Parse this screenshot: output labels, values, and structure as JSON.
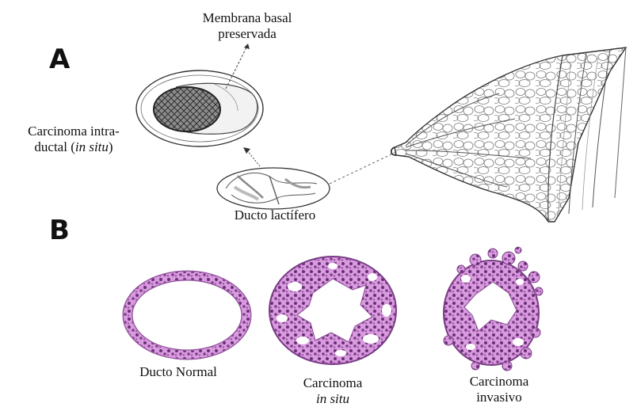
{
  "panel_a": {
    "letter": "A",
    "membrana_line1": "Membrana basal",
    "membrana_line2": "preservada",
    "carcinoma_line1": "Carcinoma intra-",
    "carcinoma_line2_a": "ductal (",
    "carcinoma_line2_italic": "in situ",
    "carcinoma_line2_b": ")",
    "ducto_lactifero": "Ducto lactífero"
  },
  "panel_b": {
    "letter": "B",
    "normal": "Ducto Normal",
    "insitu_line1": "Carcinoma",
    "insitu_line2": "in situ",
    "invasivo_line1": "Carcinoma",
    "invasivo_line2": "invasivo"
  },
  "colors": {
    "tissue_pink": "#c98bd0",
    "tissue_dark": "#7a3c86",
    "line_gray": "#555555"
  }
}
